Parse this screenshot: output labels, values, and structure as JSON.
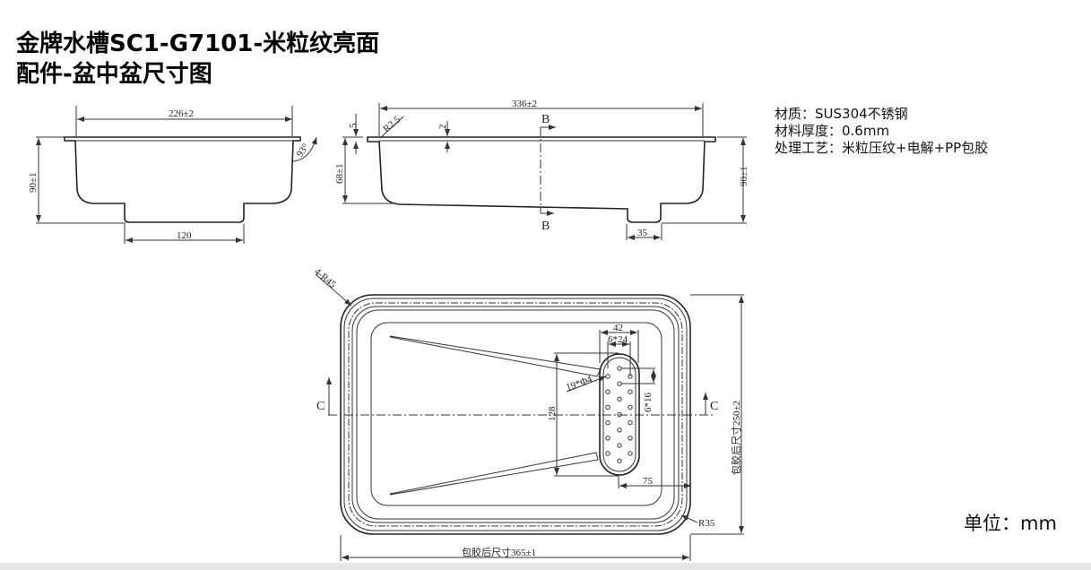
{
  "title": {
    "line1": "金牌水槽SC1-G7101-米粒纹亮面",
    "line2": "配件-盆中盆尺寸图"
  },
  "specs": {
    "material": "材质：SUS304不锈钢",
    "thickness": "材料厚度：0.6mm",
    "process": "处理工艺：米粒压纹+电解+PP包胶"
  },
  "unit": "单位：mm",
  "side_view": {
    "width": "226±2",
    "height": "90±1",
    "bottom": "120",
    "angle": "93°"
  },
  "front_view": {
    "width": "336±2",
    "flange": "5",
    "radius": "R2.5",
    "gap": "2",
    "depth": "68±1",
    "height": "90±1",
    "drain": "35",
    "section_top": "B",
    "section_bottom": "B"
  },
  "plan_view": {
    "corner_radius": "4-R45",
    "slot_width": "42",
    "hole_spacing_x": "6*24",
    "holes": "19*Φ4",
    "hole_spacing_y": "6*16",
    "slot_length": "128",
    "offset": "75",
    "inner_radius": "R35",
    "width_label": "包胶后尺寸365±1",
    "height_label": "包胶后尺寸250±2",
    "section_left": "C",
    "section_right": "C"
  }
}
